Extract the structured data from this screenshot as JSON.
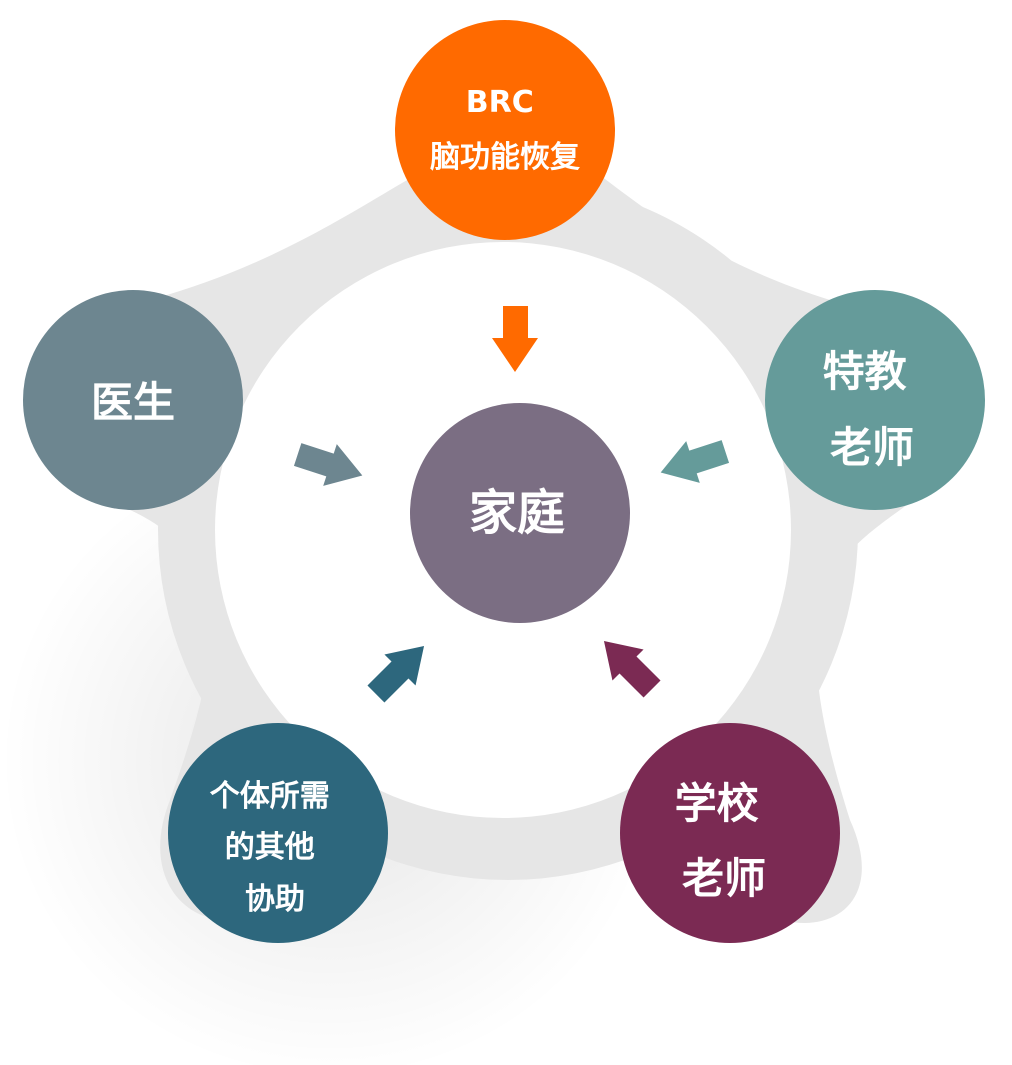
{
  "center": {
    "id": "family",
    "lines": [
      "家庭"
    ],
    "color": "#7b6e83"
  },
  "nodes": [
    {
      "id": "brc",
      "lines": [
        "BRC",
        "脑功能恢复"
      ],
      "color": "#ff6a00"
    },
    {
      "id": "special-teacher",
      "lines": [
        "特教",
        "老师"
      ],
      "color": "#659b9a"
    },
    {
      "id": "school-teacher",
      "lines": [
        "学校",
        "老师"
      ],
      "color": "#7b2a53"
    },
    {
      "id": "other-help",
      "lines": [
        "个体所需",
        "的其他",
        "协助"
      ],
      "color": "#2d677d"
    },
    {
      "id": "doctor",
      "lines": [
        "医生"
      ],
      "color": "#6d8690"
    }
  ],
  "backdrop": {
    "outer_color": "#e6e6e6",
    "inner_color": "#ffffff"
  }
}
